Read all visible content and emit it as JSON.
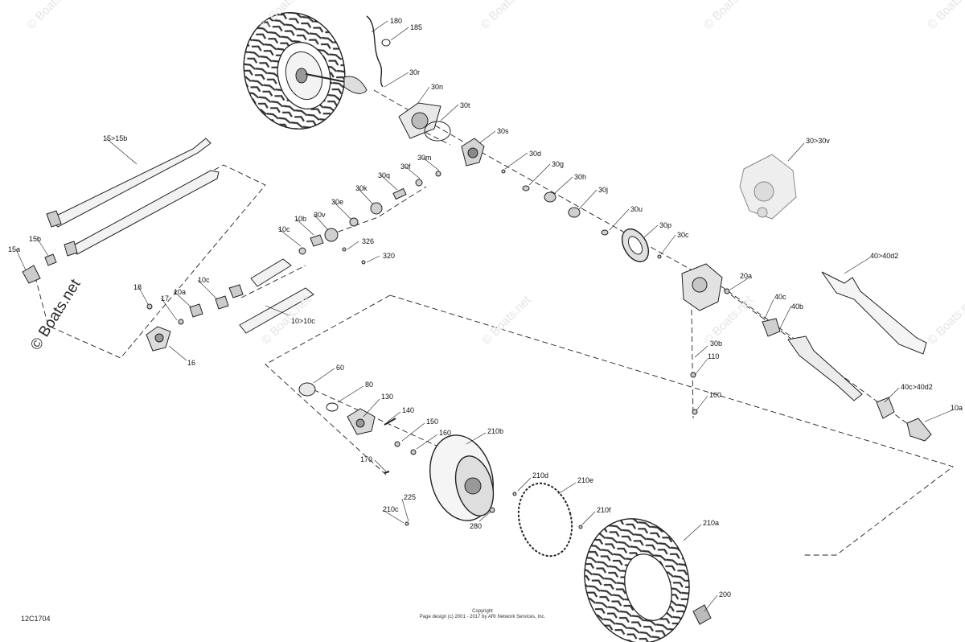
{
  "callouts": [
    {
      "id": "180",
      "text": "180"
    },
    {
      "id": "185",
      "text": "185"
    },
    {
      "id": "30r",
      "text": "30r"
    },
    {
      "id": "30n",
      "text": "30n"
    },
    {
      "id": "30t",
      "text": "30t"
    },
    {
      "id": "30s",
      "text": "30s"
    },
    {
      "id": "30d",
      "text": "30d"
    },
    {
      "id": "30g",
      "text": "30g"
    },
    {
      "id": "30h",
      "text": "30h"
    },
    {
      "id": "30j",
      "text": "30j"
    },
    {
      "id": "30u",
      "text": "30u"
    },
    {
      "id": "30p",
      "text": "30p"
    },
    {
      "id": "30c",
      "text": "30c"
    },
    {
      "id": "30m",
      "text": "30m"
    },
    {
      "id": "30f",
      "text": "30f"
    },
    {
      "id": "30q",
      "text": "30q"
    },
    {
      "id": "30k",
      "text": "30k"
    },
    {
      "id": "30e",
      "text": "30e"
    },
    {
      "id": "30v",
      "text": "30v"
    },
    {
      "id": "10b",
      "text": "10b"
    },
    {
      "id": "10c-a",
      "text": "10c"
    },
    {
      "id": "326",
      "text": "326"
    },
    {
      "id": "320",
      "text": "320"
    },
    {
      "id": "10c-b",
      "text": "10c"
    },
    {
      "id": "10a",
      "text": "10a"
    },
    {
      "id": "17",
      "text": "17"
    },
    {
      "id": "18",
      "text": "18"
    },
    {
      "id": "16",
      "text": "16"
    },
    {
      "id": "10-10c",
      "text": "10>10c"
    },
    {
      "id": "15-15b",
      "text": "15>15b"
    },
    {
      "id": "15b",
      "text": "15b"
    },
    {
      "id": "15a",
      "text": "15a"
    },
    {
      "id": "30-30v",
      "text": "30>30v"
    },
    {
      "id": "40-40d2",
      "text": "40>40d2"
    },
    {
      "id": "20a",
      "text": "20a"
    },
    {
      "id": "40c",
      "text": "40c"
    },
    {
      "id": "40b",
      "text": "40b"
    },
    {
      "id": "30b",
      "text": "30b"
    },
    {
      "id": "110",
      "text": "110"
    },
    {
      "id": "100",
      "text": "100"
    },
    {
      "id": "40c-40d2",
      "text": "40c>40d2"
    },
    {
      "id": "10a-r",
      "text": "10a"
    },
    {
      "id": "60",
      "text": "60"
    },
    {
      "id": "80",
      "text": "80"
    },
    {
      "id": "130",
      "text": "130"
    },
    {
      "id": "140",
      "text": "140"
    },
    {
      "id": "150",
      "text": "150"
    },
    {
      "id": "160",
      "text": "160"
    },
    {
      "id": "170",
      "text": "170"
    },
    {
      "id": "210b",
      "text": "210b"
    },
    {
      "id": "210d",
      "text": "210d"
    },
    {
      "id": "210e",
      "text": "210e"
    },
    {
      "id": "225",
      "text": "225"
    },
    {
      "id": "210c",
      "text": "210c"
    },
    {
      "id": "210f",
      "text": "210f"
    },
    {
      "id": "280",
      "text": "280"
    },
    {
      "id": "210a",
      "text": "210a"
    },
    {
      "id": "200",
      "text": "200"
    }
  ],
  "watermark": "© Boats.net",
  "diagram_code": "12C1704",
  "copyright": {
    "line1": "Copyright",
    "line2": "Page design (c) 2001 - 2017 by ARI Network Services, Inc."
  }
}
